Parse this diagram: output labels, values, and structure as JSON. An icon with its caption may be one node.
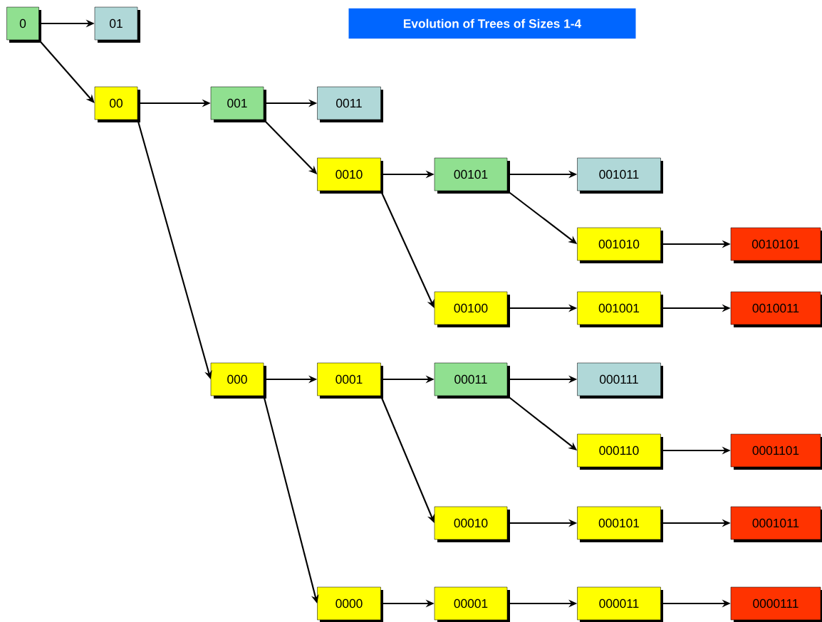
{
  "diagram": {
    "title": "Evolution of Trees of Sizes 1-4",
    "nodes": [
      {
        "text": [
          "0"
        ]
      },
      {
        "text": [
          "01"
        ]
      },
      {
        "text": [
          "00"
        ]
      },
      {
        "text": [
          "001"
        ]
      },
      {
        "text": [
          "0011"
        ]
      },
      {
        "text": [
          "0010"
        ]
      },
      {
        "text": [
          "00101"
        ]
      },
      {
        "text": [
          "001011"
        ]
      },
      {
        "text": [
          "001010"
        ]
      },
      {
        "text": [
          "0010101"
        ]
      },
      {
        "text": [
          "00100"
        ]
      },
      {
        "text": [
          "001001"
        ]
      },
      {
        "text": [
          "0010011"
        ]
      },
      {
        "text": [
          "000"
        ]
      },
      {
        "text": [
          "0001"
        ]
      },
      {
        "text": [
          "00011"
        ]
      },
      {
        "text": [
          "000111"
        ]
      },
      {
        "text": [
          "000110"
        ]
      },
      {
        "text": [
          "0001101"
        ]
      },
      {
        "text": [
          "00010"
        ]
      },
      {
        "text": [
          "000101"
        ]
      },
      {
        "text": [
          "0001011"
        ]
      },
      {
        "text": [
          "0000"
        ]
      },
      {
        "text": [
          "00001"
        ]
      },
      {
        "text": [
          "000011"
        ]
      },
      {
        "text": [
          "0000111"
        ]
      }
    ],
    "edges": [
      {
        "from": 0,
        "to": 1,
        "arrow": "to"
      },
      {
        "from": 0,
        "to": 2,
        "arrow": "to"
      },
      {
        "from": 2,
        "to": 3,
        "arrow": "to"
      },
      {
        "from": 2,
        "to": 13,
        "arrow": "to"
      },
      {
        "from": 3,
        "to": 4,
        "arrow": "to"
      },
      {
        "from": 3,
        "to": 5,
        "arrow": "to"
      },
      {
        "from": 5,
        "to": 6,
        "arrow": "to"
      },
      {
        "from": 5,
        "to": 10,
        "arrow": "to"
      },
      {
        "from": 6,
        "to": 7,
        "arrow": "to"
      },
      {
        "from": 6,
        "to": 8,
        "arrow": "to"
      },
      {
        "from": 8,
        "to": 9,
        "arrow": "to"
      },
      {
        "from": 10,
        "to": 11,
        "arrow": "to"
      },
      {
        "from": 11,
        "to": 12,
        "arrow": "to"
      },
      {
        "from": 13,
        "to": 14,
        "arrow": "to"
      },
      {
        "from": 13,
        "to": 22,
        "arrow": "to"
      },
      {
        "from": 14,
        "to": 15,
        "arrow": "to"
      },
      {
        "from": 14,
        "to": 19,
        "arrow": "to"
      },
      {
        "from": 15,
        "to": 16,
        "arrow": "to"
      },
      {
        "from": 15,
        "to": 17,
        "arrow": "to"
      },
      {
        "from": 17,
        "to": 18,
        "arrow": "to"
      },
      {
        "from": 19,
        "to": 20,
        "arrow": "to"
      },
      {
        "from": 20,
        "to": 21,
        "arrow": "to"
      },
      {
        "from": 22,
        "to": 23,
        "arrow": "to"
      },
      {
        "from": 23,
        "to": 24,
        "arrow": "to"
      },
      {
        "from": 24,
        "to": 25,
        "arrow": "to"
      }
    ]
  }
}
